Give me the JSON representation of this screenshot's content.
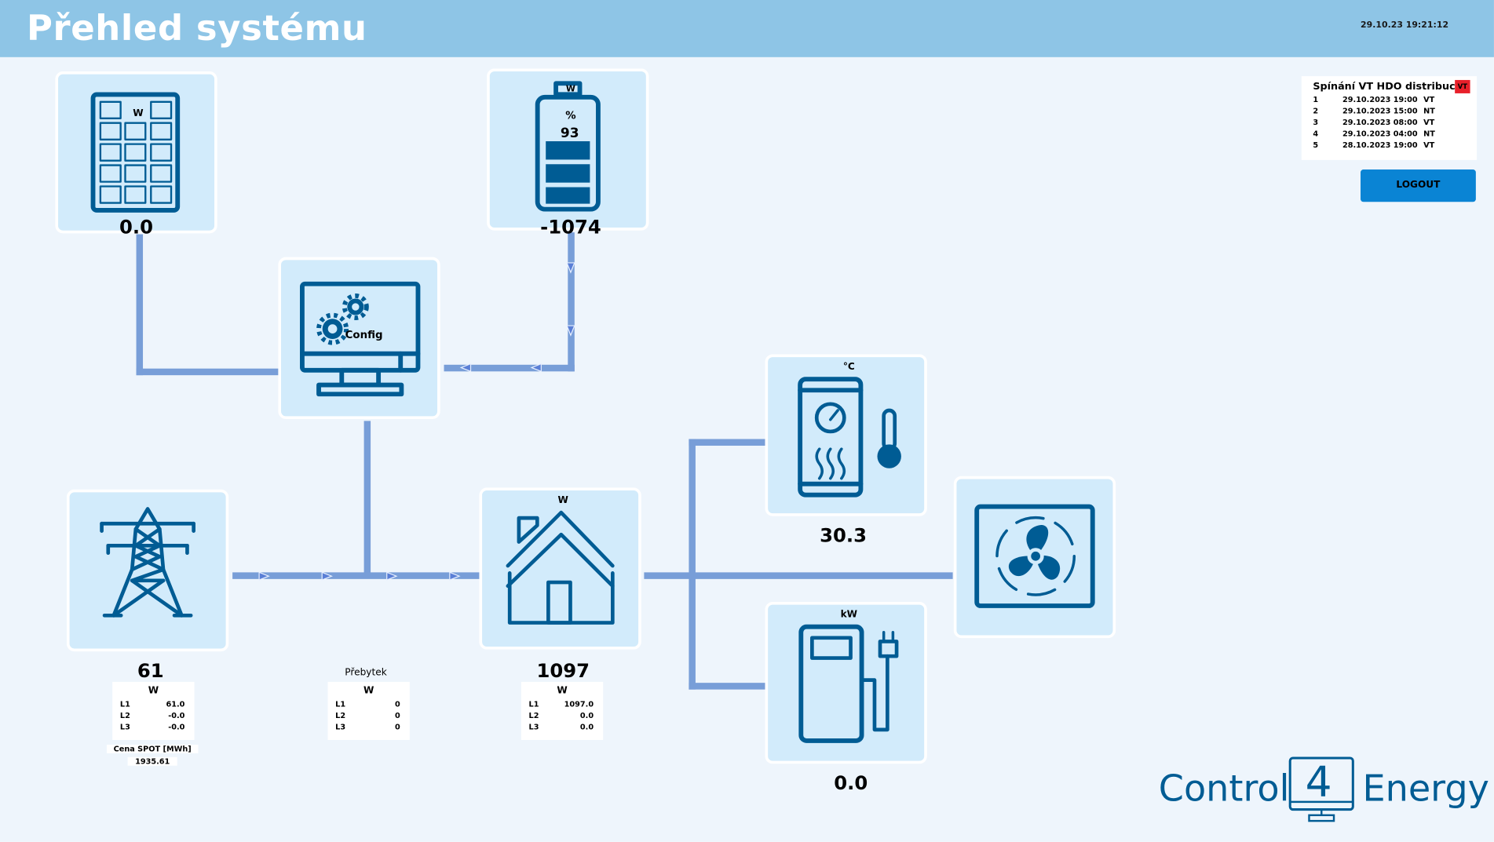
{
  "header": {
    "title": "Přehled systému",
    "datetime": "29.10.23 19:21:12"
  },
  "colors": {
    "header_bg": "#8ec5e6",
    "tile_bg": "#d2ebfb",
    "icon": "#005c94",
    "wire": "#789ed8",
    "logout_bg": "#0a84d4",
    "hdo_badge": "#e8202a"
  },
  "pv": {
    "unit": "W",
    "value": "0.0",
    "icon": "solar-panel-icon"
  },
  "battery": {
    "unit": "W",
    "soc_unit": "%",
    "soc": "93",
    "value": "-1074",
    "icon": "battery-icon"
  },
  "config": {
    "label": "Config",
    "icon": "monitor-gears-icon"
  },
  "boiler": {
    "unit": "°C",
    "value": "30.3",
    "icon": "water-heater-icon"
  },
  "grid": {
    "value": "61",
    "icon": "power-pylon-icon",
    "phases": {
      "unit": "W",
      "rows": [
        {
          "label": "L1",
          "value": "61.0"
        },
        {
          "label": "L2",
          "value": "-0.0"
        },
        {
          "label": "L3",
          "value": "-0.0"
        }
      ]
    },
    "spot_label": "Cena SPOT [MWh]",
    "spot_value": "1935.61"
  },
  "surplus": {
    "title": "Přebytek",
    "unit": "W",
    "rows": [
      {
        "label": "L1",
        "value": "0"
      },
      {
        "label": "L2",
        "value": "0"
      },
      {
        "label": "L3",
        "value": "0"
      }
    ]
  },
  "house": {
    "unit": "W",
    "value": "1097",
    "icon": "house-icon",
    "phases": {
      "unit": "W",
      "rows": [
        {
          "label": "L1",
          "value": "1097.0"
        },
        {
          "label": "L2",
          "value": "0.0"
        },
        {
          "label": "L3",
          "value": "0.0"
        }
      ]
    }
  },
  "fan": {
    "icon": "fan-icon"
  },
  "ev": {
    "unit": "kW",
    "value": "0.0",
    "icon": "ev-charger-icon"
  },
  "hdo": {
    "title": "Spínání VT HDO distribuce",
    "badge": "VT",
    "rows": [
      {
        "n": "1",
        "time": "29.10.2023 19:00",
        "tariff": "VT"
      },
      {
        "n": "2",
        "time": "29.10.2023 15:00",
        "tariff": "NT"
      },
      {
        "n": "3",
        "time": "29.10.2023 08:00",
        "tariff": "VT"
      },
      {
        "n": "4",
        "time": "29.10.2023 04:00",
        "tariff": "NT"
      },
      {
        "n": "5",
        "time": "28.10.2023 19:00",
        "tariff": "VT"
      }
    ]
  },
  "logout": {
    "label": "LOGOUT"
  },
  "logo": {
    "left": "Control",
    "digit": "4",
    "right": "Energy"
  }
}
